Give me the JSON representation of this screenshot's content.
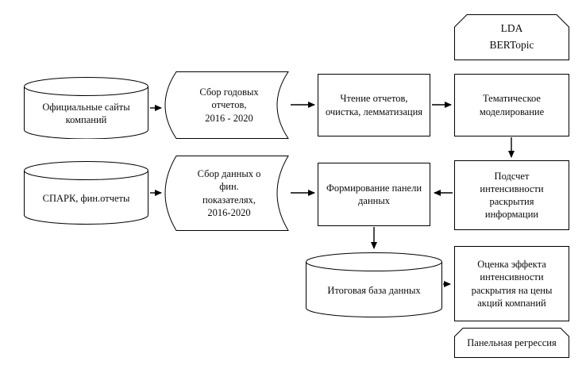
{
  "diagram_title": "Research data pipeline flowchart",
  "nodes": {
    "lda": {
      "label": "LDA\nBERTopic"
    },
    "official_sites": {
      "label": "Официальные сайты\nкомпаний"
    },
    "collect_reports": {
      "label": "Сбор годовых\nотчетов,\n2016 - 2020"
    },
    "reading": {
      "label": "Чтение отчетов,\nочистка, лемматизация"
    },
    "topic_modeling": {
      "label": "Тематическое\nмоделирование"
    },
    "intensity": {
      "label": "Подсчет\nинтенсивности\nраскрытия\nинформации"
    },
    "spark": {
      "label": "СПАРК, фин.отчеты"
    },
    "collect_fin": {
      "label": "Сбор данных о\nфин.\nпоказателях,\n2016-2020"
    },
    "panel_forming": {
      "label": "Формирование панели\nданных"
    },
    "final_db": {
      "label": "Итоговая база данных"
    },
    "effect": {
      "label": "Оценка эффекта\nинтенсивности\nраскрытия на цены\nакций компаний"
    },
    "panel_regression": {
      "label": "Панельная регрессия"
    }
  },
  "colors": {
    "stroke": "#000000",
    "fill": "#ffffff",
    "text": "#0b0b0b"
  }
}
